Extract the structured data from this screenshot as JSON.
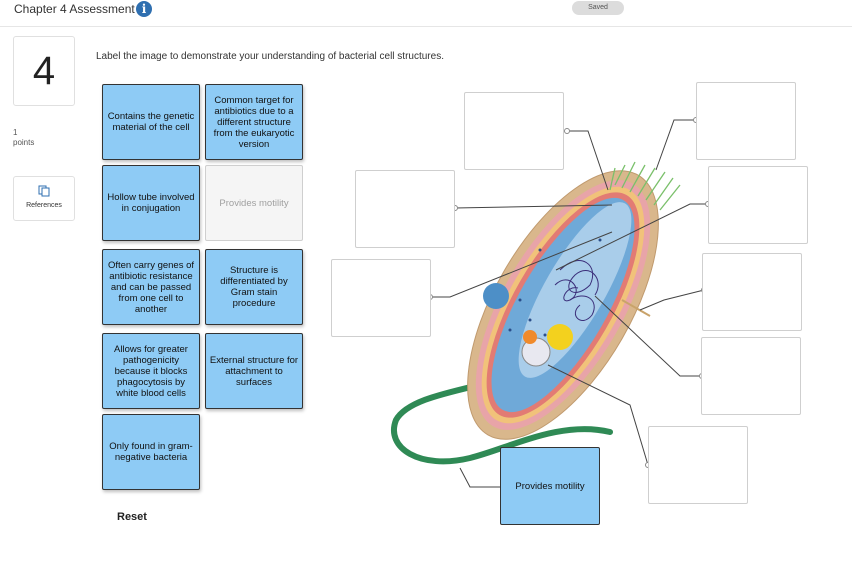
{
  "header": {
    "title": "Chapter 4 Assessment",
    "saved_label": "Saved",
    "info_icon": "info-icon"
  },
  "question": {
    "number": "4",
    "points_value": "1",
    "points_label": "points",
    "references_label": "References",
    "prompt": "Label the image to demonstrate your understanding of bacterial cell structures."
  },
  "tiles": [
    "Contains the genetic material of the cell",
    "Common target for antibiotics due to a different structure from the eukaryotic version",
    "Hollow tube involved in conjugation",
    "Provides motility",
    "Often carry genes of antibiotic resistance and can be passed from one cell to another",
    "Structure is differentiated by Gram stain procedure",
    "Allows for greater pathogenicity because it blocks phagocytosis by white blood cells",
    "External structure for attachment to surfaces",
    "Only found in gram-negative bacteria"
  ],
  "reset_label": "Reset",
  "placed_label": "Provides motility",
  "colors": {
    "tile_blue": "#8ecbf5",
    "info_blue": "#2f6fb0",
    "flagellum_green": "#2f8a55",
    "pili_green": "#7ac06a"
  }
}
